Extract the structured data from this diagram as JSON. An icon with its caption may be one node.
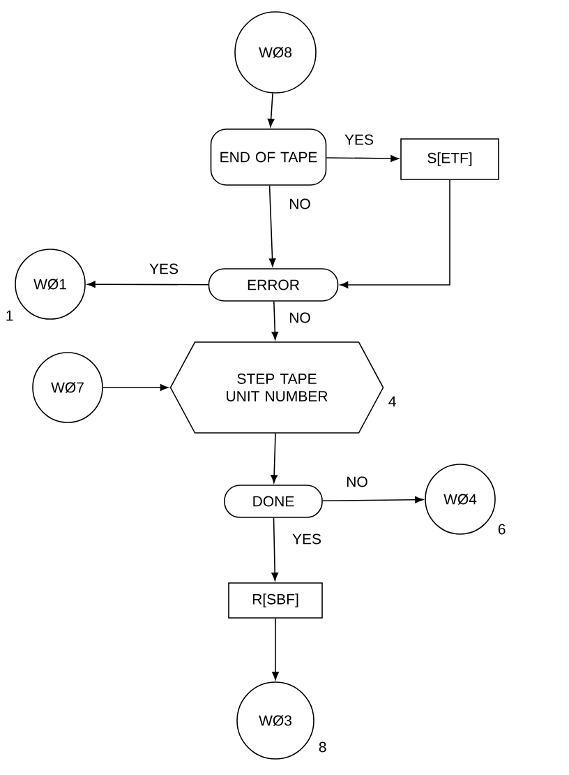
{
  "diagram": {
    "nodes": [
      {
        "text": [
          "WØ8"
        ]
      },
      {
        "text": [
          "END OF TAPE"
        ]
      },
      {
        "text": [
          "S[ETF]"
        ]
      },
      {
        "text": [
          "WØ1"
        ],
        "beside": [
          "1"
        ]
      },
      {
        "text": [
          "ERROR"
        ]
      },
      {
        "text": [
          "WØ7"
        ]
      },
      {
        "text": [
          "STEP TAPE UNIT NUMBER"
        ],
        "beside": [
          "4"
        ]
      },
      {
        "text": [
          "DONE"
        ]
      },
      {
        "text": [
          "WØ4"
        ],
        "beside": [
          "6"
        ]
      },
      {
        "text": [
          "R[SBF]"
        ]
      },
      {
        "text": [
          "WØ3"
        ],
        "beside": [
          "8"
        ]
      }
    ],
    "edges": [
      {
        "from": 0,
        "to": 1,
        "arrow": "to"
      },
      {
        "from": 1,
        "to": 2,
        "arrow": "to",
        "label": "YES"
      },
      {
        "from": 1,
        "to": 4,
        "arrow": "to",
        "label": "NO"
      },
      {
        "from": 2,
        "to": 4,
        "arrow": "to"
      },
      {
        "from": 4,
        "to": 3,
        "arrow": "to",
        "label": "YES"
      },
      {
        "from": 4,
        "to": 6,
        "arrow": "to",
        "label": "NO"
      },
      {
        "from": 5,
        "to": 6,
        "arrow": "to"
      },
      {
        "from": 6,
        "to": 7,
        "arrow": "to"
      },
      {
        "from": 7,
        "to": 8,
        "arrow": "to",
        "label": "NO"
      },
      {
        "from": 7,
        "to": 9,
        "arrow": "to",
        "label": "YES"
      },
      {
        "from": 9,
        "to": 10,
        "arrow": "to"
      }
    ]
  }
}
